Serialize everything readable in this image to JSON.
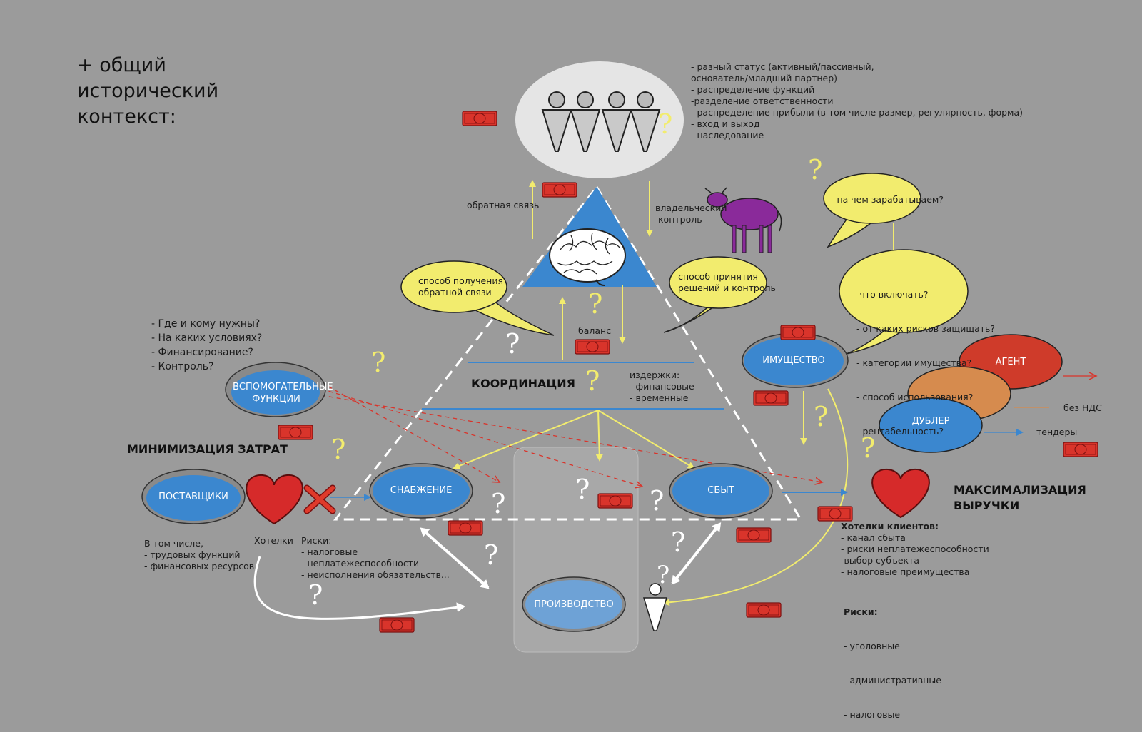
{
  "context_title": [
    "+ общий",
    "исторический",
    "контекст:"
  ],
  "owners_notes": [
    "- разный статус (активный/пассивный,",
    "основатель/младший партнер)",
    "- распределение функций",
    "-разделение ответственности",
    "- распределение прибыли  (в том числе размер, регулярность, форма)",
    "- вход и выход",
    "- наследование"
  ],
  "labels": {
    "feedback": "обратная связь",
    "owner_control": [
      "владельческий",
      "контроль"
    ],
    "balance": "баланс",
    "coordination": "КООРДИНАЦИЯ",
    "costs": [
      "издержки:",
      "- финансовые",
      "- временные"
    ],
    "cost_min": "МИНИМИЗАЦИЯ ЗАТРАТ",
    "revenue_max": [
      "МАКСИМАЛИЗАЦИЯ",
      "ВЫРУЧКИ"
    ],
    "wishes": "Хотелки",
    "no_vat": "без НДС",
    "tenders": "тендеры"
  },
  "bubbles": {
    "feedback_method": [
      "способ получения",
      "обратной связи"
    ],
    "decision_method": [
      "способ принятия",
      "решений и контроль"
    ],
    "earn": "- на чем зарабатываем?",
    "property_q": [
      "-что включать?",
      "  - от каких рисков защищать?",
      "  - категории имущества?",
      "  - способ использования?",
      "  - рентабельность?"
    ]
  },
  "nodes": {
    "aux": [
      "ВСПОМОГАТЕЛЬНЫЕ",
      "ФУНКЦИИ"
    ],
    "property": "ИМУЩЕСТВО",
    "agent": "АГЕНТ",
    "dubler": "ДУБЛЕР",
    "suppliers": "ПОСТАВЩИКИ",
    "supply": "СНАБЖЕНИЕ",
    "sales": "СБЫТ",
    "production": "ПРОИЗВОДСТВО"
  },
  "aux_questions": [
    "- Где и кому нужны?",
    "- На каких условиях?",
    "- Финансирование?",
    "- Контроль?"
  ],
  "suppliers_notes": [
    "В том числе,",
    "- трудовых функций",
    "- финансовых ресурсов"
  ],
  "supply_risks": [
    "Риски:",
    "- налоговые",
    "- неплатежеспособности",
    "- неисполнения обязательств..."
  ],
  "client_wishes": [
    "Хотелки клиентов:",
    "- канал сбыта",
    "- риски неплатежеспособности",
    "-выбор субъекта",
    "- налоговые преимущества"
  ],
  "sales_risks": [
    "Риски:",
    " - уголовные",
    " - административные",
    " - налоговые"
  ],
  "glyphs": {
    "question": "?",
    "dollar": "$"
  },
  "colors": {
    "background": "#9b9b9b",
    "node_blue": "#3b87cf",
    "bubble_yellow": "#f2ec6e",
    "heart_red": "#d62a2a",
    "agent_red": "#cf3b2a",
    "dubler_orange": "#d68b4e",
    "cow_purple": "#8a2a9a",
    "arrow_yellow": "#f2ec6e",
    "money_red": "#d9342b"
  },
  "icons": [
    "people-icon",
    "brain-icon",
    "cow-icon",
    "money-icon",
    "question-icon",
    "heart-icon",
    "cross-icon",
    "person-icon"
  ]
}
